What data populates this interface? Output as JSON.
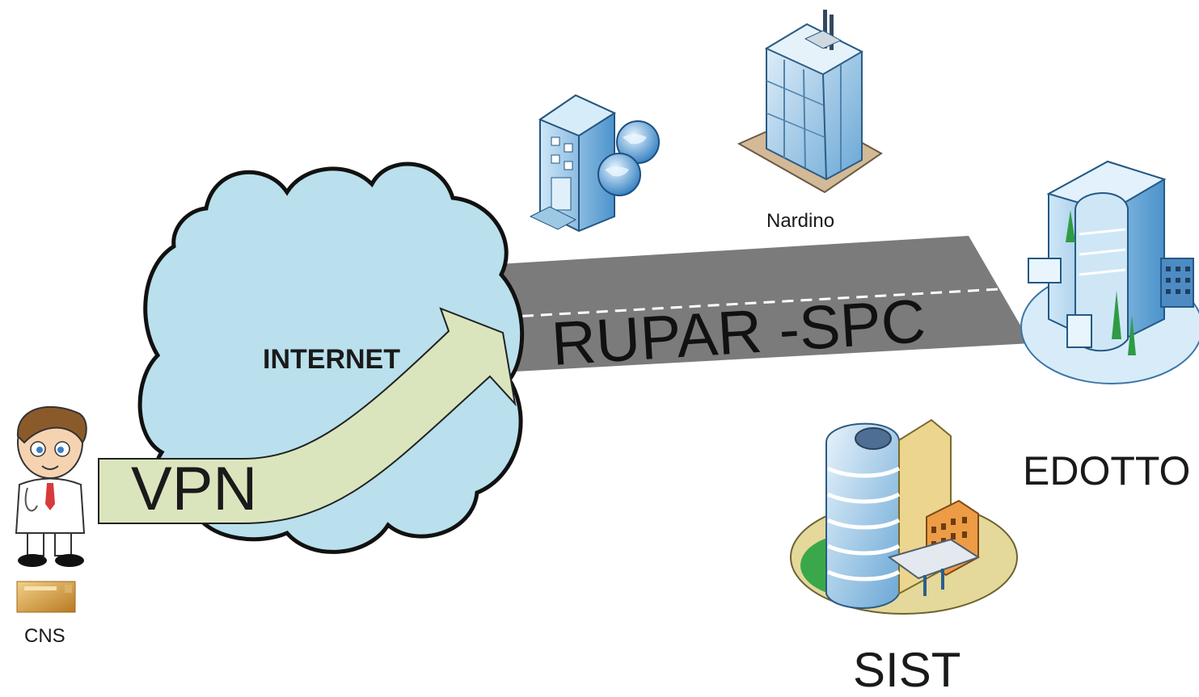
{
  "labels": {
    "internet": "INTERNET",
    "vpn": "VPN",
    "rupar": "RUPAR -SPC",
    "nardino": "Nardino",
    "edotto": "EDOTTO",
    "sist": "SIST",
    "cns": "CNS"
  },
  "colors": {
    "cloud_fill": "#b9e0ec",
    "road": "#7a7a7a",
    "arrow_fill": "#dbe5bd",
    "building_blue": "#6fb1de",
    "building_dark": "#2f6fa8",
    "tint_orange": "#e89a3c",
    "ground_green": "#3aa84a",
    "card_gold": "#c9882a"
  },
  "icons": [
    "doctor-figure",
    "cns-card-icon",
    "cloud-shape",
    "server-building-icon",
    "office-tower-icon",
    "hospital-building-icon",
    "round-tower-building-icon"
  ]
}
